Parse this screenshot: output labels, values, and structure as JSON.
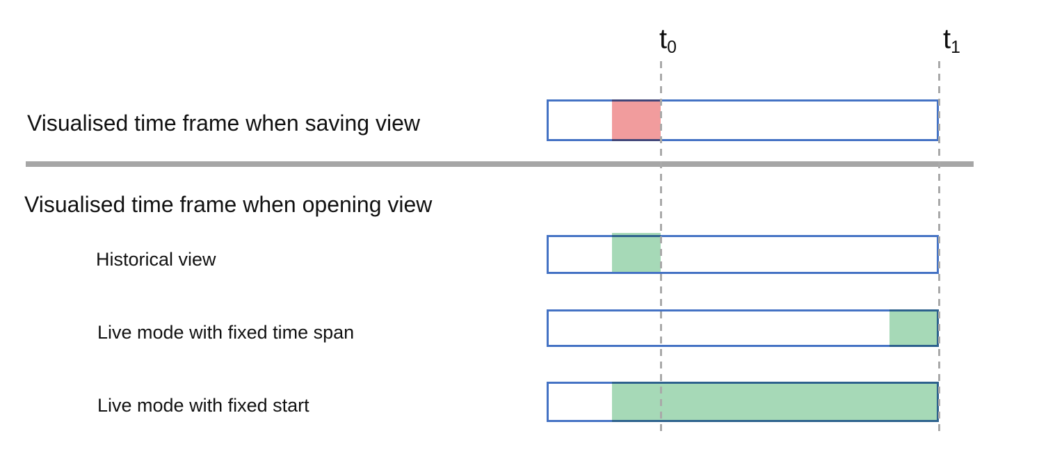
{
  "markers": {
    "t0": {
      "base": "t",
      "sub": "0"
    },
    "t1": {
      "base": "t",
      "sub": "1"
    }
  },
  "sections": {
    "saving_label": "Visualised time frame when saving view",
    "opening_label": "Visualised time frame when opening view"
  },
  "rows": [
    {
      "label": "Historical view",
      "segment": {
        "color": "green",
        "range": "fixed window ending at t0"
      }
    },
    {
      "label": "Live mode with fixed time span",
      "segment": {
        "color": "green",
        "range": "same-length window ending at t1 (now)"
      }
    },
    {
      "label": "Live mode with fixed start",
      "segment": {
        "color": "green",
        "range": "from original start until t1 (now)"
      }
    }
  ],
  "saved_row": {
    "segment": {
      "color": "red",
      "range": "selected window ending at t0"
    }
  },
  "colors": {
    "bar_border_blue": "#4472C4",
    "saved_segment_red": "#F19C9D",
    "open_segment_green": "#A6D9B7",
    "dashed_line_gray": "#A9A9A9",
    "divider_gray": "#A6A6A6",
    "text_black": "#111111"
  }
}
